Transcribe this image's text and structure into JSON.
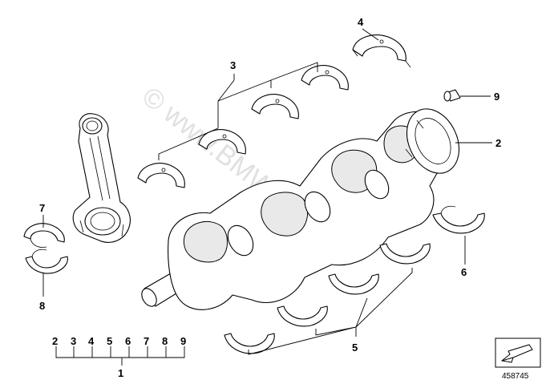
{
  "watermark": "© www.BMWstore.pl",
  "diagram_id": "458745",
  "callouts": {
    "c1": "1",
    "c2": "2",
    "c3": "3",
    "c4": "4",
    "c5": "5",
    "c6": "6",
    "c7": "7",
    "c8": "8",
    "c9": "9"
  },
  "kit_numbers": [
    "2",
    "3",
    "4",
    "5",
    "6",
    "7",
    "8",
    "9"
  ]
}
